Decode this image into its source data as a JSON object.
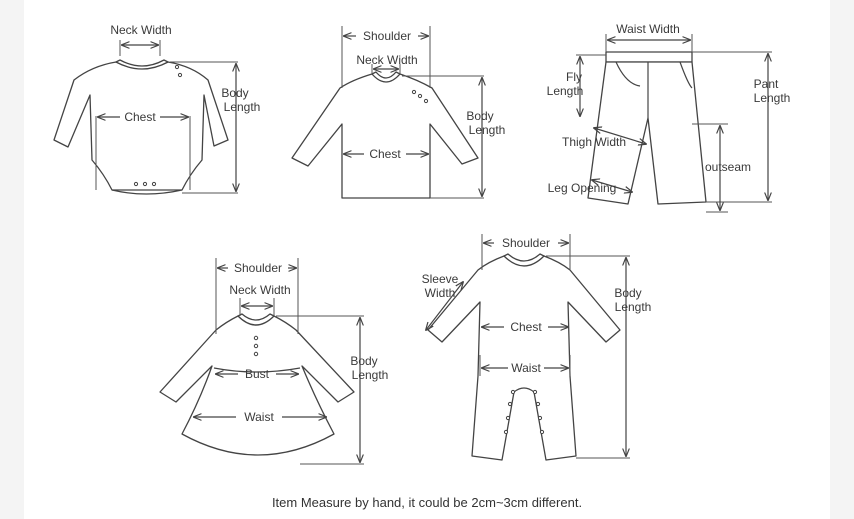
{
  "romper": {
    "neck_width": "Neck Width",
    "chest": "Chest",
    "body_length": [
      "Body",
      "Length"
    ]
  },
  "top": {
    "shoulder": "Shoulder",
    "neck_width": "Neck Width",
    "chest": "Chest",
    "body_length": [
      "Body",
      "Length"
    ]
  },
  "pants": {
    "waist_width": "Waist Width",
    "fly_length": [
      "Fly",
      "Length"
    ],
    "pant_length": [
      "Pant",
      "Length"
    ],
    "thigh_width": "Thigh Width",
    "outseam": "outseam",
    "leg_opening": "Leg Opening"
  },
  "dress": {
    "shoulder": "Shoulder",
    "neck_width": "Neck Width",
    "bust": "Bust",
    "waist": "Waist",
    "body_length": [
      "Body",
      "Length"
    ]
  },
  "jumpsuit": {
    "shoulder": "Shoulder",
    "sleeve_width": [
      "Sleeve",
      "Width"
    ],
    "chest": "Chest",
    "waist": "Waist",
    "body_length": [
      "Body",
      "Length"
    ]
  },
  "caption": "Item Measure by hand, it could be 2cm~3cm different."
}
